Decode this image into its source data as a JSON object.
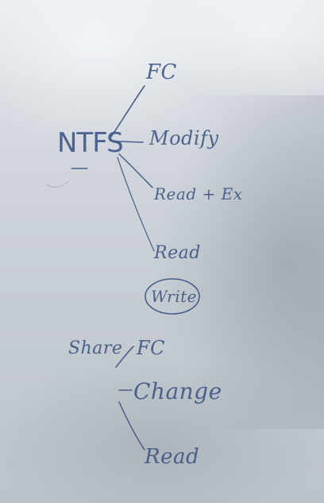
{
  "ntfs": {
    "root": "NTFS",
    "items": [
      "FC",
      "Modify",
      "Read + Ex",
      "Read",
      "Write"
    ]
  },
  "share": {
    "root": "Share",
    "items": [
      "FC",
      "Change",
      "Read"
    ]
  },
  "colors": {
    "ink": "#4a5f8a",
    "board": "#cfd5db"
  }
}
